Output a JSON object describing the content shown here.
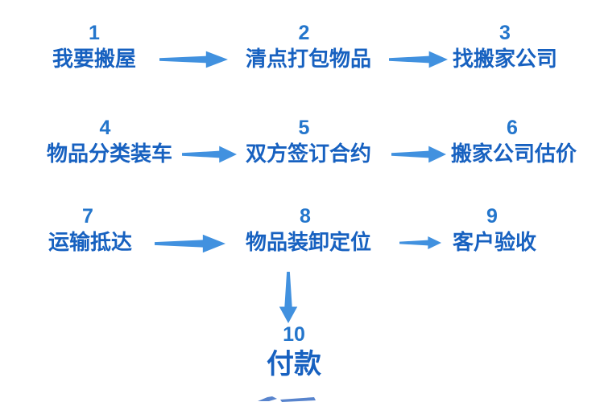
{
  "diagram_type": "flowchart",
  "colors": {
    "step_number": "#2476CC",
    "step_label": "#1761C0",
    "arrow": "#4191DF",
    "background": "#FFFFFF"
  },
  "steps": [
    {
      "number": "1",
      "label": "我要搬屋"
    },
    {
      "number": "2",
      "label": "清点打包物品"
    },
    {
      "number": "3",
      "label": "找搬家公司"
    },
    {
      "number": "4",
      "label": "物品分类装车"
    },
    {
      "number": "5",
      "label": "双方签订合约"
    },
    {
      "number": "6",
      "label": "搬家公司估价"
    },
    {
      "number": "7",
      "label": "运输抵达"
    },
    {
      "number": "8",
      "label": "物品装卸定位"
    },
    {
      "number": "9",
      "label": "客户验收"
    },
    {
      "number": "10",
      "label": "付款"
    }
  ],
  "connections": [
    {
      "from": "1",
      "to": "2",
      "direction": "right"
    },
    {
      "from": "2",
      "to": "3",
      "direction": "right"
    },
    {
      "from": "4",
      "to": "5",
      "direction": "right"
    },
    {
      "from": "5",
      "to": "6",
      "direction": "right"
    },
    {
      "from": "7",
      "to": "8",
      "direction": "right"
    },
    {
      "from": "8",
      "to": "9",
      "direction": "right"
    },
    {
      "from": "8",
      "to": "10",
      "direction": "down"
    }
  ]
}
